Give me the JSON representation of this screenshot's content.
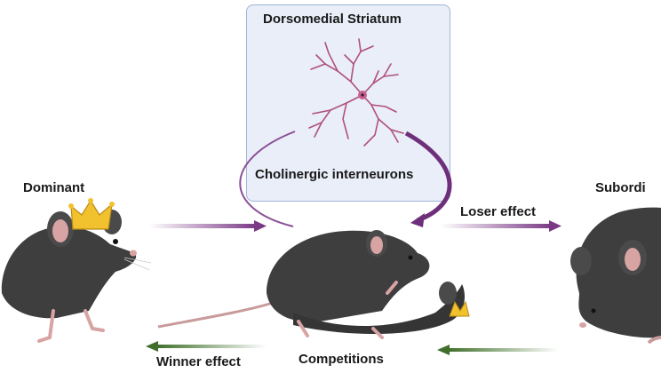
{
  "panel": {
    "title": "Dorsomedial Striatum",
    "subtitle": "Cholinergic interneurons"
  },
  "labels": {
    "dominant": "Dominant",
    "subordinate": "Subordi",
    "loser_effect": "Loser effect",
    "winner_effect": "Winner effect",
    "competitions": "Competitions"
  },
  "colors": {
    "panel_fill": "#e9eef8",
    "panel_border": "#9fb4d6",
    "neuron": "#b0507e",
    "purple_arrow": "#7b3a86",
    "green_arrow": "#3f6f2a",
    "mouse_body": "#3e3e3e",
    "mouse_pink": "#d8a3a3",
    "crown": "#f2c12e"
  },
  "icons": [
    "neuron-icon",
    "crown-icon",
    "mouse-icon"
  ]
}
